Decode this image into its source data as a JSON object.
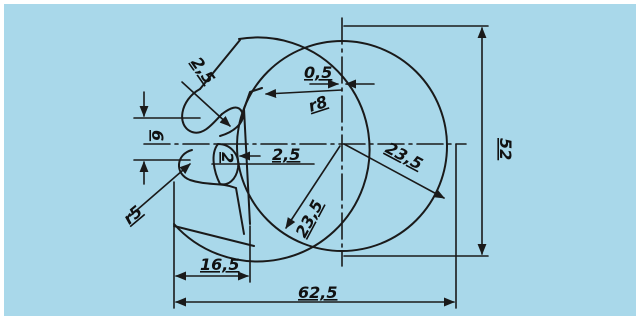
{
  "diagram": {
    "dimensions": {
      "d_25_top": "2,5",
      "d_05": "0,5",
      "d_r8": "r8",
      "d_6": "6",
      "d_2_left": "2",
      "d_25_mid": "2,5",
      "d_235": "23,5",
      "d_52": "52",
      "d_r5": "r5",
      "d_235_inner": "23,5",
      "d_165": "16,5",
      "d_625": "62,5"
    },
    "colors": {
      "background": "#a9d8ea",
      "ink": "#1a1a1a"
    }
  }
}
